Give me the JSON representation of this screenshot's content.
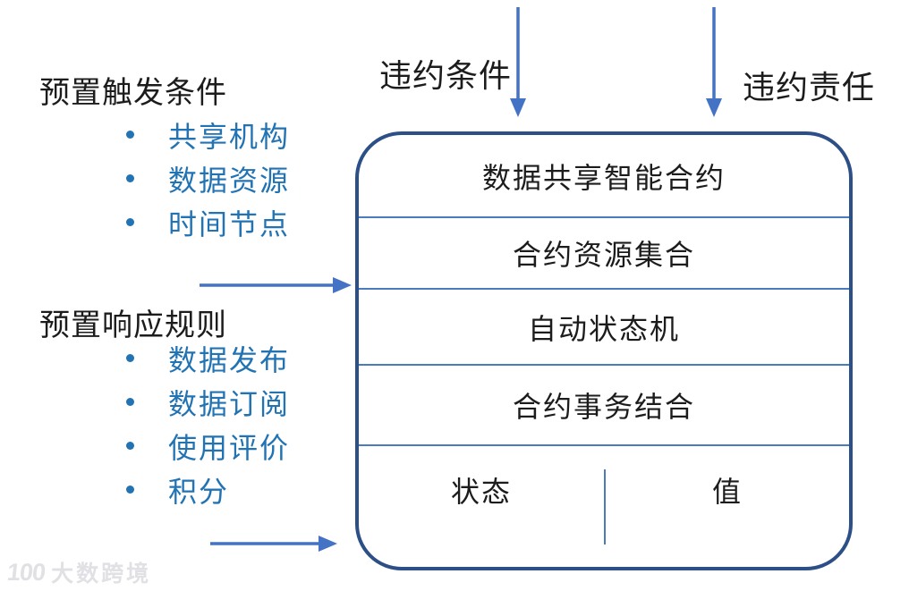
{
  "diagram": {
    "left_top": {
      "heading": "预置触发条件",
      "items": [
        "共享机构",
        "数据资源",
        "时间节点"
      ]
    },
    "left_bottom": {
      "heading": "预置响应规则",
      "items": [
        "数据发布",
        "数据订阅",
        "使用评价",
        "积分"
      ]
    },
    "top_labels": {
      "left": "违约条件",
      "right": "违约责任"
    },
    "contract_box": {
      "rows": [
        "数据共享智能合约",
        "合约资源集合",
        "自动状态机",
        "合约事务结合"
      ],
      "bottom_cells": {
        "left": "状态",
        "right": "值"
      }
    },
    "watermark": {
      "logo_mark": "100",
      "text": "大数跨境"
    },
    "colors": {
      "bullet_blue": "#2173b4",
      "arrow_blue": "#4472c4",
      "box_border": "#2d4f88",
      "divider_blue": "#4a7ac0",
      "text_black": "#1c1c1c",
      "watermark_gray": "#e1e1e5"
    }
  }
}
